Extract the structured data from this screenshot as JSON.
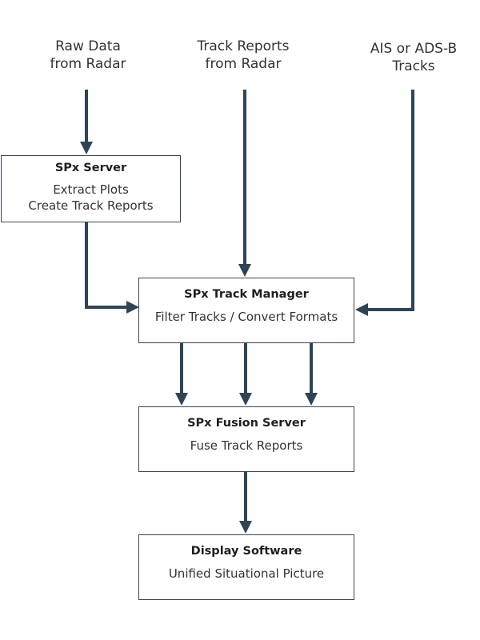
{
  "inputs": {
    "raw_data": [
      "Raw Data",
      "from Radar"
    ],
    "track_reports": [
      "Track Reports",
      "from Radar"
    ],
    "ais_adsb": [
      "AIS or ADS-B",
      "Tracks"
    ]
  },
  "boxes": {
    "spx_server": {
      "title": "SPx Server",
      "lines": [
        "Extract Plots",
        "Create Track Reports"
      ]
    },
    "track_manager": {
      "title": "SPx Track Manager",
      "lines": [
        "Filter Tracks / Convert Formats"
      ]
    },
    "fusion_server": {
      "title": "SPx Fusion Server",
      "lines": [
        "Fuse Track Reports"
      ]
    },
    "display_software": {
      "title": "Display Software",
      "lines": [
        "Unified Situational Picture"
      ]
    }
  },
  "colors": {
    "connector": "#2f4456",
    "box_border": "#3a4654",
    "text": "#333333"
  }
}
